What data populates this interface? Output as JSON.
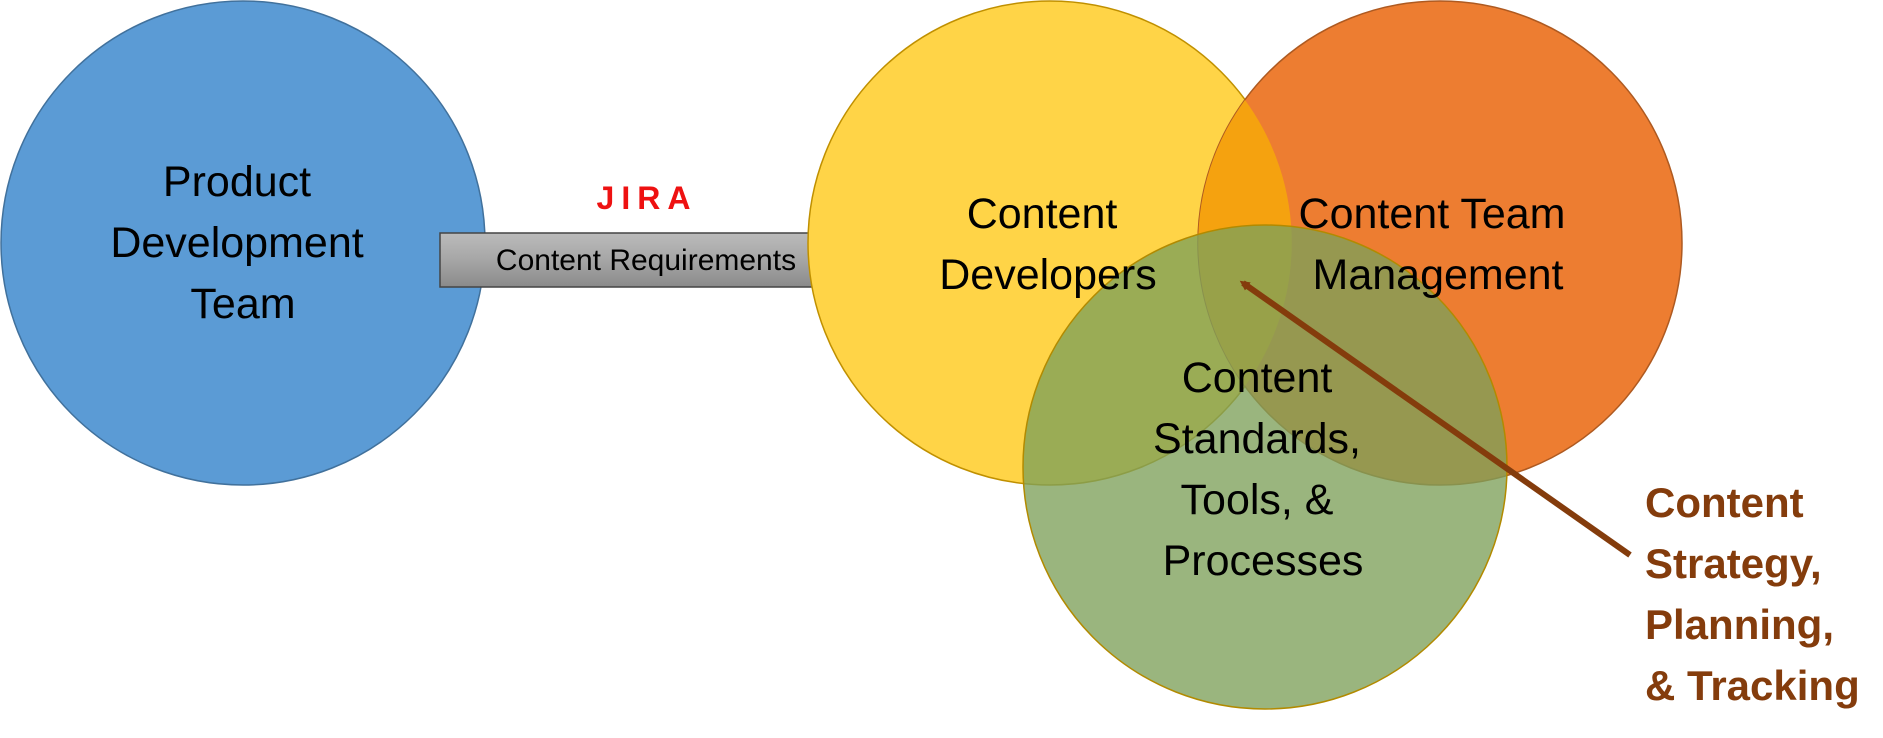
{
  "diagram": {
    "product_team": {
      "lines": [
        "Product",
        "Development",
        "Team"
      ],
      "color": "#5b9bd5"
    },
    "arrow": {
      "label": "Content Requirements",
      "tool": "JIRA",
      "tool_color": "#ee1111"
    },
    "content_developers": {
      "lines": [
        "Content",
        "Developers"
      ],
      "color": "#ffd447"
    },
    "content_management": {
      "lines": [
        "Content Team",
        "Management"
      ],
      "color": "#ed7d31"
    },
    "content_standards": {
      "lines": [
        "Content",
        "Standards,",
        "Tools, &",
        "Processes"
      ],
      "color": "#8fb174"
    },
    "callout": {
      "lines": [
        "Content",
        "Strategy,",
        "Planning,",
        "& Tracking"
      ],
      "color": "#843c0c"
    }
  }
}
